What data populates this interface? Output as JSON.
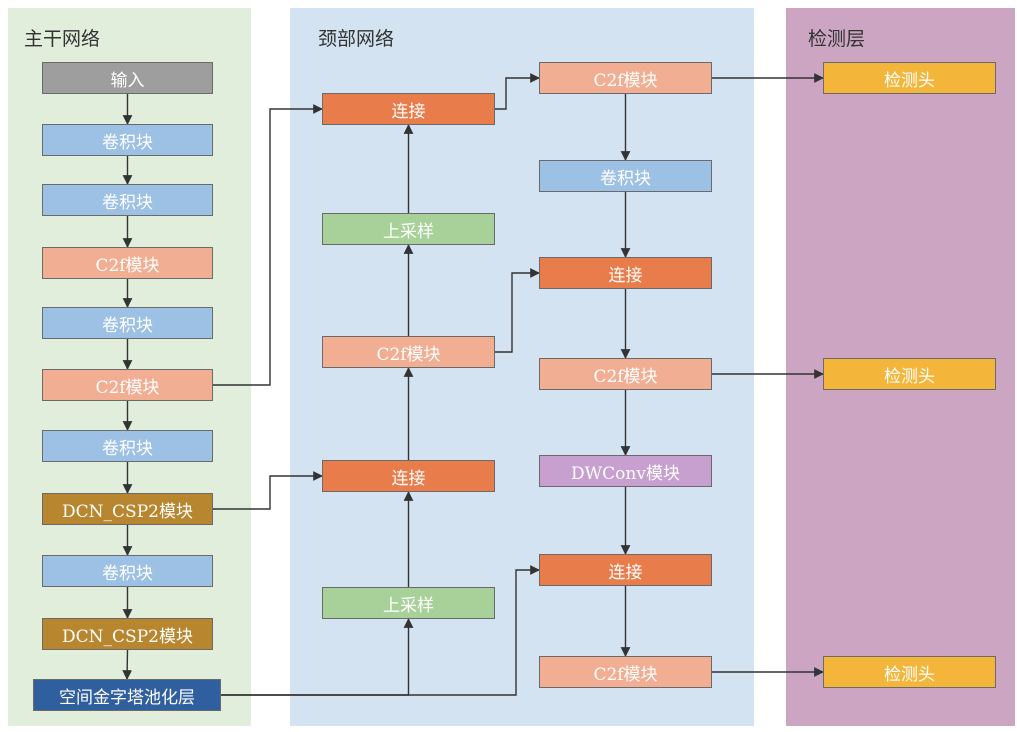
{
  "colors": {
    "backbone_bg": "#e1eedb",
    "neck_bg": "#d3e3f2",
    "head_bg": "#cba5c2",
    "input": "#9e9e9e",
    "conv": "#9cc1e4",
    "c2f": "#f2ae93",
    "dcn": "#b8862f",
    "sppf": "#2f5f9e",
    "concat": "#e97c4b",
    "upsample": "#a8d19a",
    "dwconv": "#c8a0d0",
    "detect": "#f4b63a",
    "edge": "#333333"
  },
  "panels": {
    "backbone": {
      "title": "主干网络"
    },
    "neck": {
      "title": "颈部网络"
    },
    "head": {
      "title": "检测层"
    }
  },
  "nodes": {
    "b_input": {
      "label": "输入",
      "kind": "input"
    },
    "b_conv1": {
      "label": "卷积块",
      "kind": "conv"
    },
    "b_conv2": {
      "label": "卷积块",
      "kind": "conv"
    },
    "b_c2f1": {
      "label": "C2f模块",
      "kind": "c2f"
    },
    "b_conv3": {
      "label": "卷积块",
      "kind": "conv"
    },
    "b_c2f2": {
      "label": "C2f模块",
      "kind": "c2f"
    },
    "b_conv4": {
      "label": "卷积块",
      "kind": "conv"
    },
    "b_dcn1": {
      "label": "DCN_CSP2模块",
      "kind": "dcn"
    },
    "b_conv5": {
      "label": "卷积块",
      "kind": "conv"
    },
    "b_dcn2": {
      "label": "DCN_CSP2模块",
      "kind": "dcn"
    },
    "b_sppf": {
      "label": "空间金字塔池化层",
      "kind": "sppf"
    },
    "n_concat_top": {
      "label": "连接",
      "kind": "concat"
    },
    "n_up_top": {
      "label": "上采样",
      "kind": "upsample"
    },
    "n_c2f_mid": {
      "label": "C2f模块",
      "kind": "c2f"
    },
    "n_concat_mid": {
      "label": "连接",
      "kind": "concat"
    },
    "n_up_bottom": {
      "label": "上采样",
      "kind": "upsample"
    },
    "p_c2f_top": {
      "label": "C2f模块",
      "kind": "c2f"
    },
    "p_conv": {
      "label": "卷积块",
      "kind": "conv"
    },
    "p_concat1": {
      "label": "连接",
      "kind": "concat"
    },
    "p_c2f_mid": {
      "label": "C2f模块",
      "kind": "c2f"
    },
    "p_dwconv": {
      "label": "DWConv模块",
      "kind": "dwconv"
    },
    "p_concat2": {
      "label": "连接",
      "kind": "concat"
    },
    "p_c2f_bot": {
      "label": "C2f模块",
      "kind": "c2f"
    },
    "h_detect1": {
      "label": "检测头",
      "kind": "detect"
    },
    "h_detect2": {
      "label": "检测头",
      "kind": "detect"
    },
    "h_detect3": {
      "label": "检测头",
      "kind": "detect"
    }
  },
  "edges": [
    [
      "b_input",
      "b_conv1"
    ],
    [
      "b_conv1",
      "b_conv2"
    ],
    [
      "b_conv2",
      "b_c2f1"
    ],
    [
      "b_c2f1",
      "b_conv3"
    ],
    [
      "b_conv3",
      "b_c2f2"
    ],
    [
      "b_c2f2",
      "b_conv4"
    ],
    [
      "b_conv4",
      "b_dcn1"
    ],
    [
      "b_dcn1",
      "b_conv5"
    ],
    [
      "b_conv5",
      "b_dcn2"
    ],
    [
      "b_dcn2",
      "b_sppf"
    ],
    [
      "b_c2f2",
      "n_concat_top"
    ],
    [
      "b_dcn1",
      "n_concat_mid"
    ],
    [
      "b_sppf",
      "n_up_bottom"
    ],
    [
      "b_sppf",
      "p_concat2"
    ],
    [
      "n_up_bottom",
      "n_concat_mid"
    ],
    [
      "n_concat_mid",
      "n_c2f_mid"
    ],
    [
      "n_c2f_mid",
      "n_up_top"
    ],
    [
      "n_up_top",
      "n_concat_top"
    ],
    [
      "n_concat_top",
      "p_c2f_top"
    ],
    [
      "n_c2f_mid",
      "p_concat1"
    ],
    [
      "p_c2f_top",
      "p_conv"
    ],
    [
      "p_conv",
      "p_concat1"
    ],
    [
      "p_concat1",
      "p_c2f_mid"
    ],
    [
      "p_c2f_mid",
      "p_dwconv"
    ],
    [
      "p_dwconv",
      "p_concat2"
    ],
    [
      "p_concat2",
      "p_c2f_bot"
    ],
    [
      "p_c2f_top",
      "h_detect1"
    ],
    [
      "p_c2f_mid",
      "h_detect2"
    ],
    [
      "p_c2f_bot",
      "h_detect3"
    ]
  ]
}
